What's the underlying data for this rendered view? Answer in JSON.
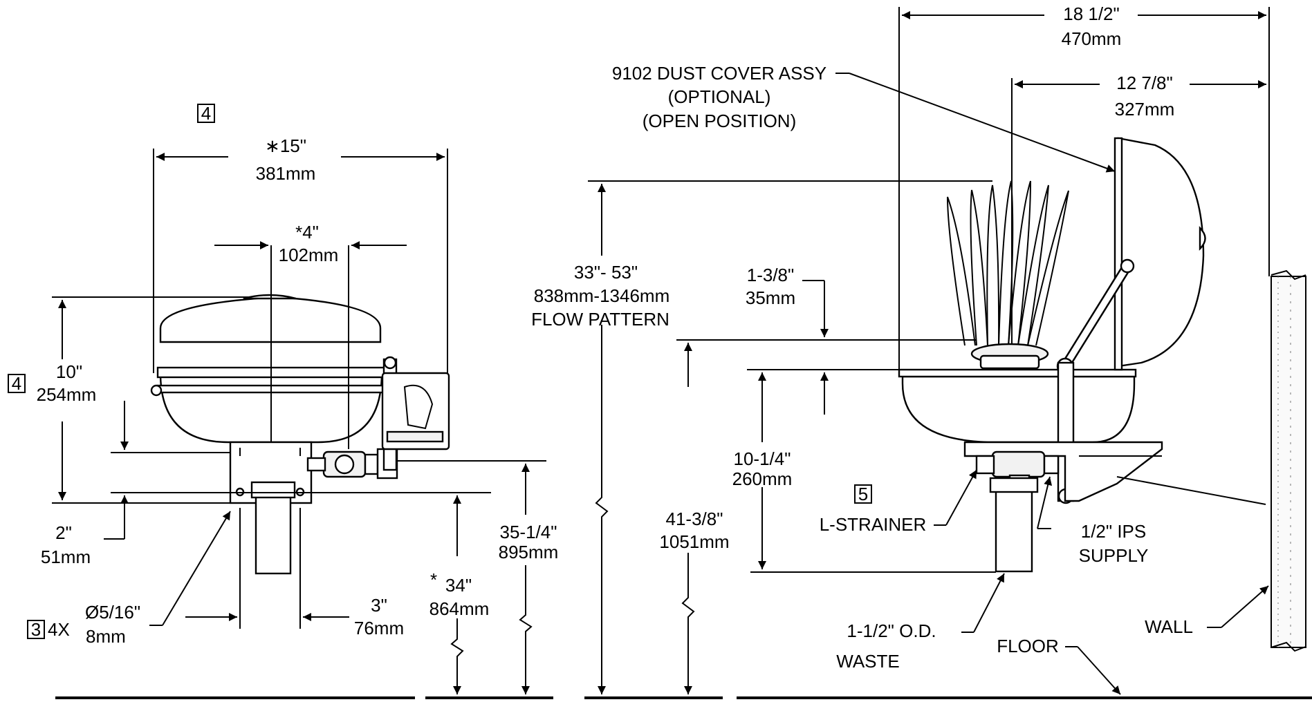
{
  "front_view": {
    "box_ref_top": "4",
    "width_in": "∗15\"",
    "width_mm": "381mm",
    "center_in": "*4\"",
    "center_mm": "102mm",
    "box_ref_left": "4",
    "height_in": "10\"",
    "height_mm": "254mm",
    "offset_in": "2\"",
    "offset_mm": "51mm",
    "box_ref_hole": "3",
    "hole_qty": "4X",
    "hole_in": "Ø5/16\"",
    "hole_mm": "8mm",
    "spacing_in": "3\"",
    "spacing_mm": "76mm",
    "rim_star": "*",
    "rim_in": "34\"",
    "rim_mm": "864mm",
    "supply_in": "35-1/4\"",
    "supply_mm": "895mm"
  },
  "side_view": {
    "overall_in": "18 1/2\"",
    "overall_mm": "470mm",
    "dust_cover_line1": "9102 DUST COVER ASSY",
    "dust_cover_line2": "(OPTIONAL)",
    "dust_cover_line3": "(OPEN POSITION)",
    "projection_in": "12 7/8\"",
    "projection_mm": "327mm",
    "flow_in": "33\"- 53\"",
    "flow_mm": "838mm-1346mm",
    "flow_label": "FLOW PATTERN",
    "head_in": "1-3/8\"",
    "head_mm": "35mm",
    "bowl_in": "10-1/4\"",
    "bowl_mm": "260mm",
    "box_ref_strainer": "5",
    "strainer_label": "L-STRAINER",
    "supply_label_1": "1/2\" IPS",
    "supply_label_2": "SUPPLY",
    "head_height_in": "41-3/8\"",
    "head_height_mm": "1051mm",
    "waste_label_1": "1-1/2\" O.D.",
    "waste_label_2": "WASTE",
    "floor_label": "FLOOR",
    "wall_label": "WALL"
  }
}
